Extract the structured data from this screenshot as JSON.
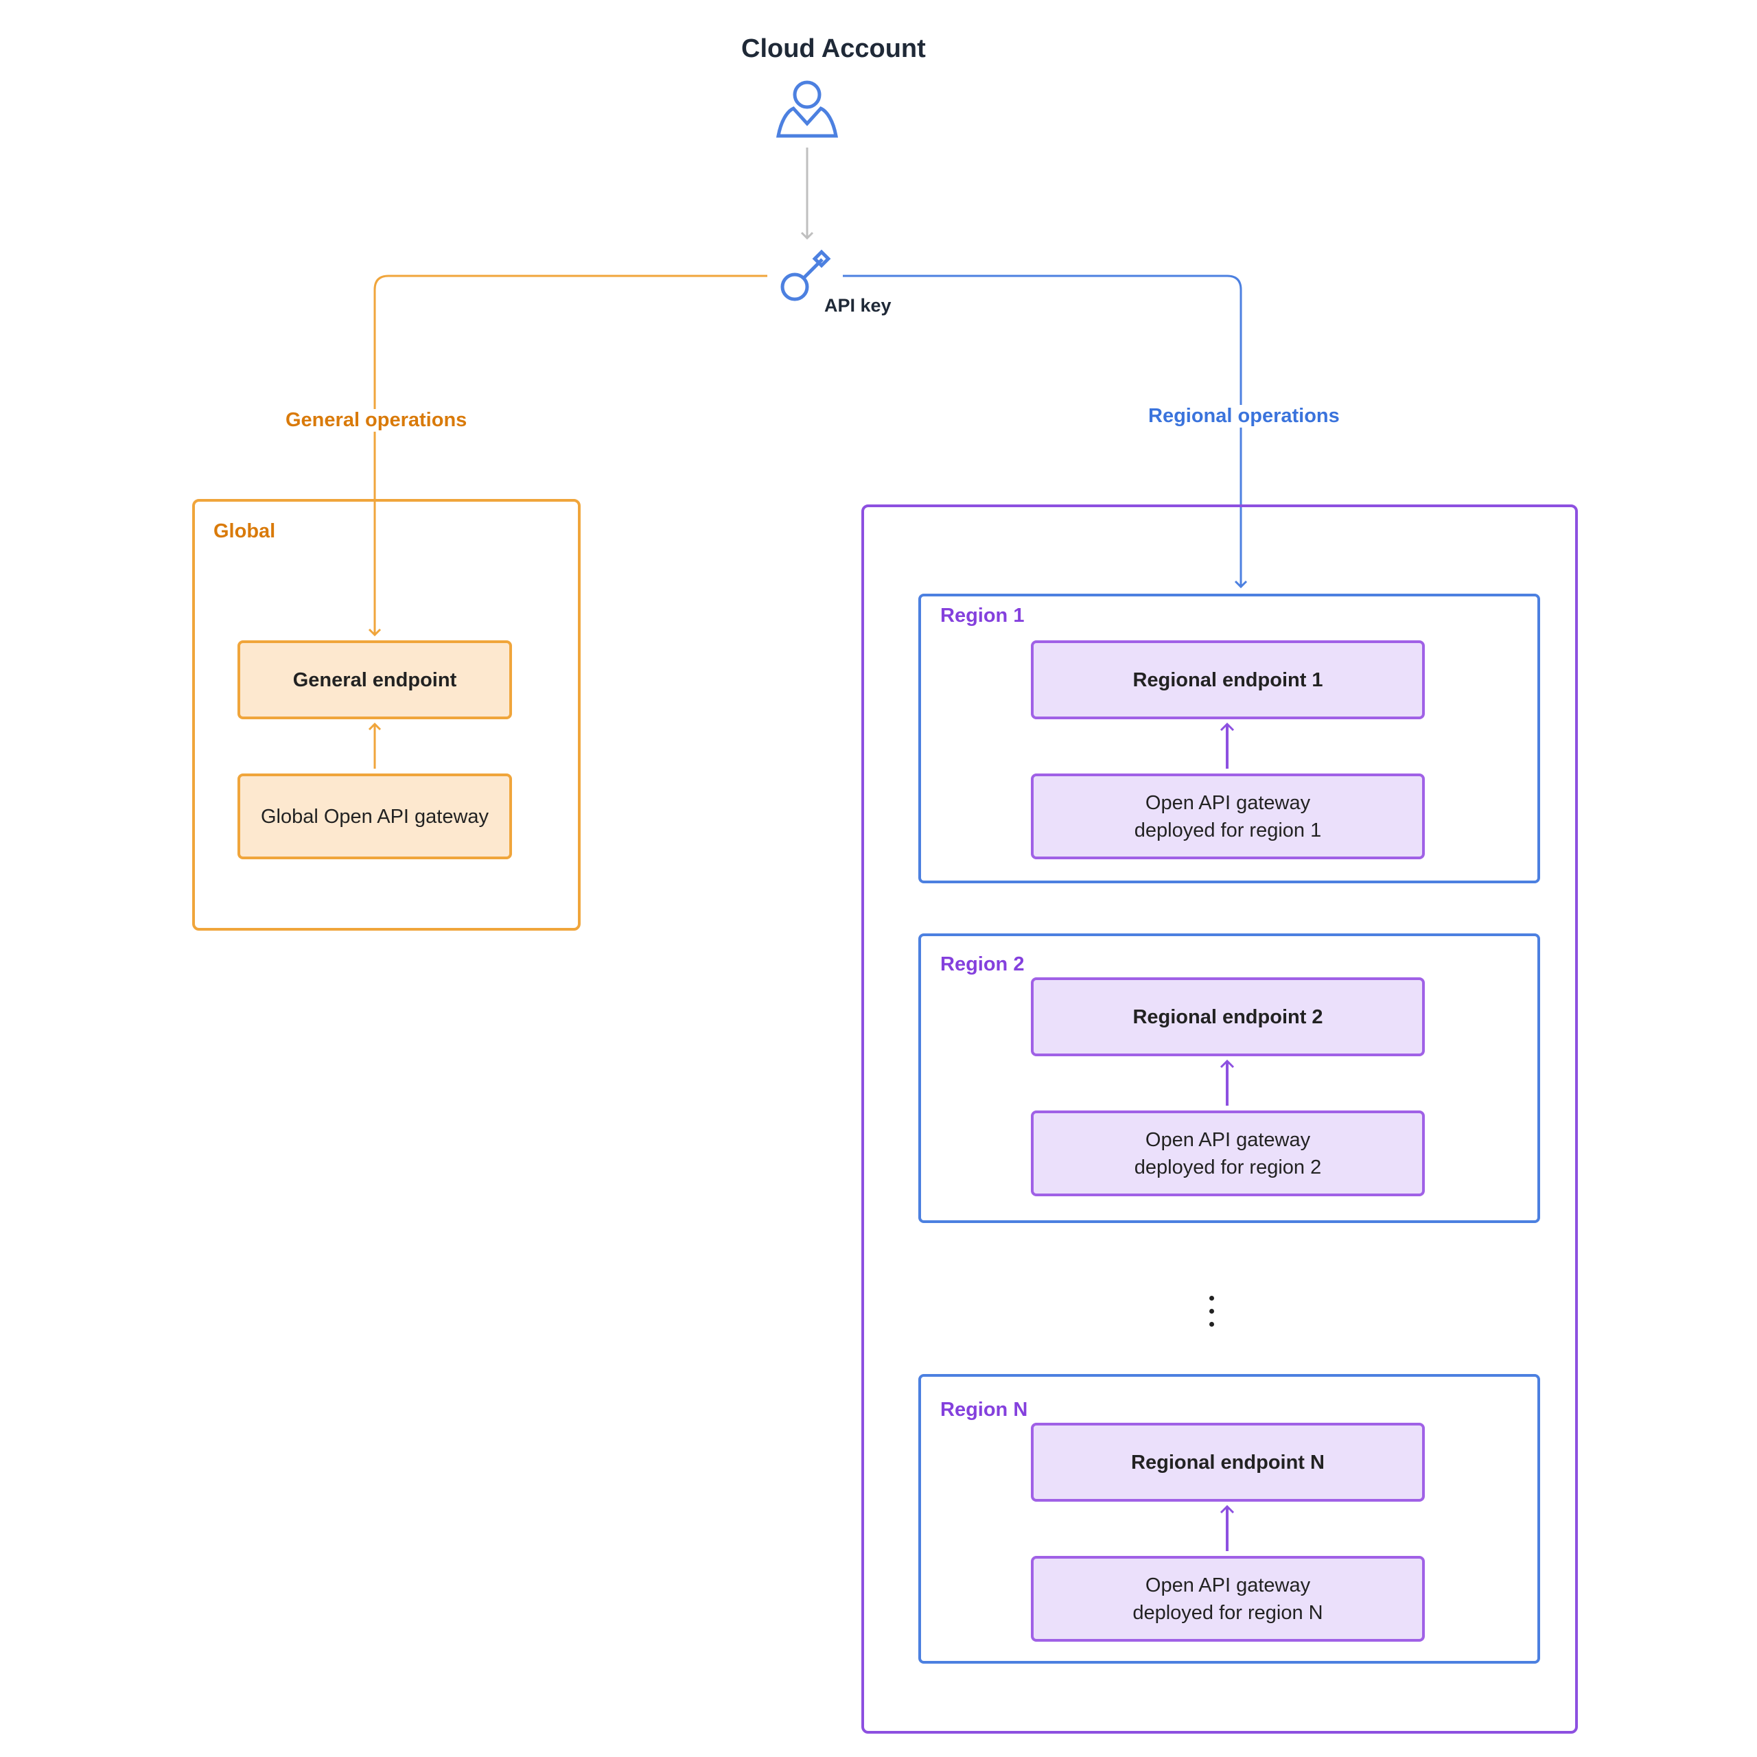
{
  "diagram": {
    "title": "Cloud Account",
    "api_key_label": "API key",
    "general_operations_label": "General operations",
    "regional_operations_label": "Regional operations",
    "global": {
      "label": "Global",
      "endpoint": "General endpoint",
      "gateway": "Global Open API gateway"
    },
    "regions": [
      {
        "label": "Region 1",
        "endpoint": "Regional endpoint 1",
        "gateway_line1": "Open API gateway",
        "gateway_line2": "deployed for region 1"
      },
      {
        "label": "Region 2",
        "endpoint": "Regional endpoint 2",
        "gateway_line1": "Open API gateway",
        "gateway_line2": "deployed for region 2"
      },
      {
        "label": "Region N",
        "endpoint": "Regional endpoint N",
        "gateway_line1": "Open API gateway",
        "gateway_line2": "deployed for region N"
      }
    ],
    "icons": {
      "account": "user-icon",
      "key": "key-icon",
      "ellipsis": "vertical-ellipsis-icon"
    },
    "colors": {
      "general": "#f0a53b",
      "general_text": "#d97a0a",
      "regional": "#4c80e0",
      "region_container": "#8d50e0",
      "region_box": "#a061e6",
      "region_label": "#8440dd",
      "connector": "#bfbfbf"
    }
  }
}
